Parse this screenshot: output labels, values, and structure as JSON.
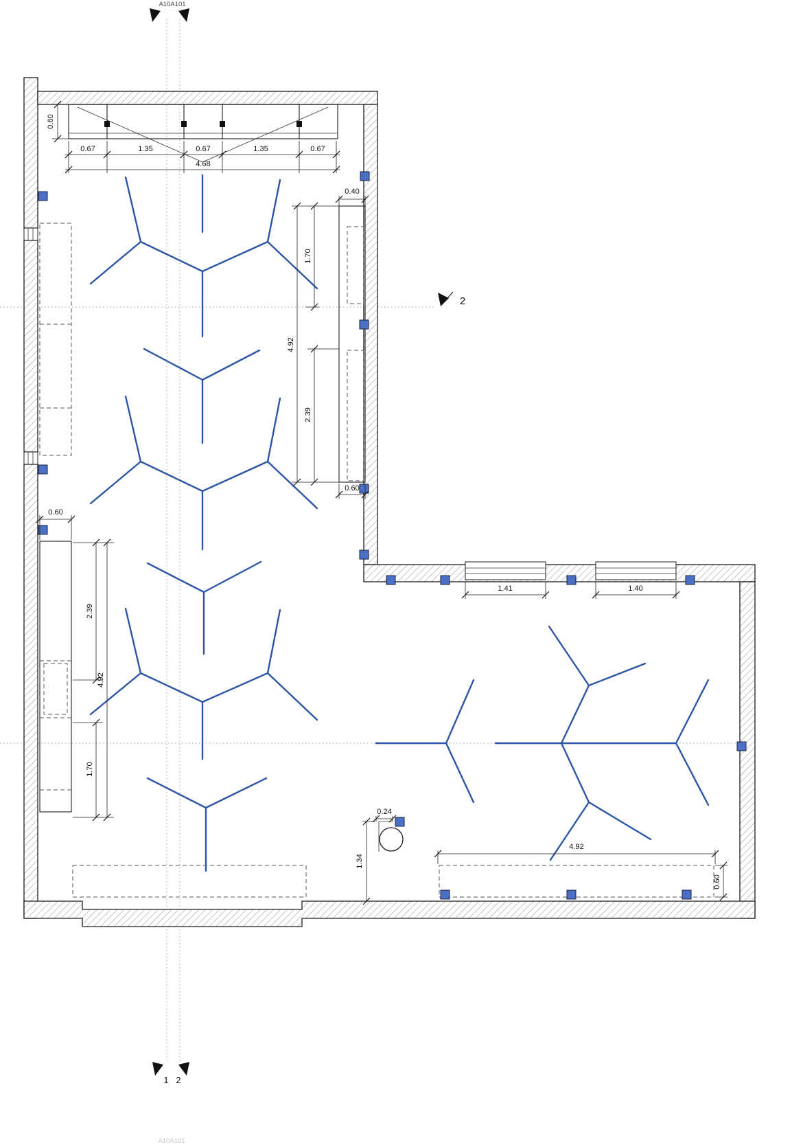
{
  "drawing": {
    "type": "architectural-floor-plan",
    "colors": {
      "fixture_blue": "#2d55a5",
      "socket_blue": "#4a6fc4",
      "line_black": "#1c1c1c",
      "hatch_gray": "#999999",
      "centerline_gray": "#9a9a9a"
    },
    "markers": {
      "top_label": "A10A101",
      "right_section": "2",
      "bottom_section_1": "1",
      "bottom_section_2": "2",
      "bottom_faint_label": "A10A101"
    },
    "dimensions": {
      "top_wall_depth": "0.60",
      "cabinet_run": {
        "segments": [
          "0.67",
          "1.35",
          "0.67",
          "1.35",
          "0.67"
        ],
        "total": "4.68"
      },
      "right_niche_width": "0.40",
      "right_upper_span": "1.70",
      "right_total_span": "4.92",
      "right_lower_span": "2.39",
      "right_unit_depth": "0.60",
      "left_unit_depth": "0.60",
      "left_upper_span": "2.39",
      "left_total_span": "4.92",
      "left_lower_span": "1.70",
      "window_left_width": "1.41",
      "window_right_width": "1.40",
      "column_offset": "0.24",
      "column_to_wall": "1.34",
      "bottom_run_length": "4.92",
      "bottom_unit_depth": "0.60"
    }
  }
}
